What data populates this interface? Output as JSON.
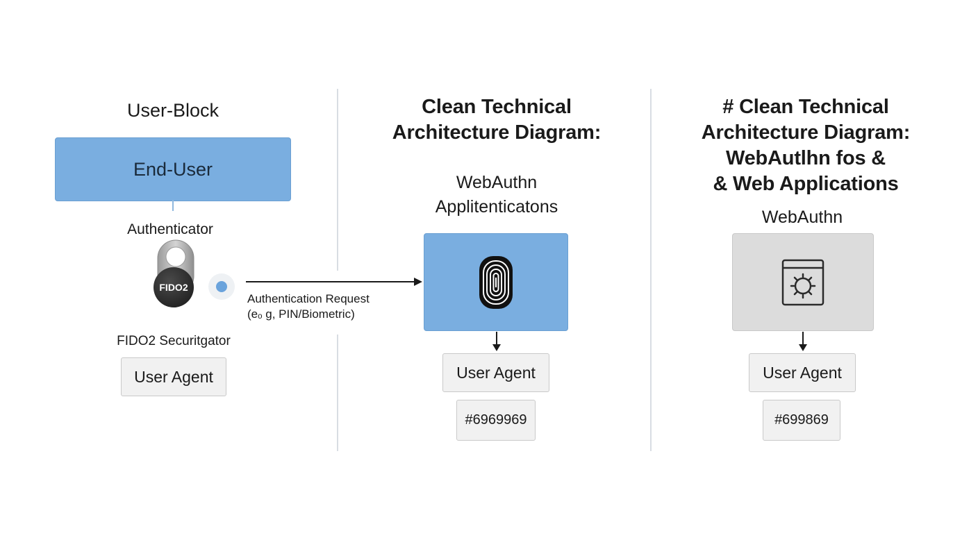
{
  "left": {
    "title": "User-Block",
    "end_user_label": "End-User",
    "authenticator_label": "Authenticator",
    "key_label": "FIDO2",
    "security_label": "FIDO2 Securitgator",
    "user_agent_label": "User Agent"
  },
  "arrow": {
    "line1": "Authentication Request",
    "line2": "(eₒ g, PIN/Biometric)"
  },
  "middle": {
    "title_line1": "Clean Technical",
    "title_line2": "Architecture Diagram:",
    "sub_line1": "WebAuthn",
    "sub_line2": "Applitenticatons",
    "icon": "fingerprint-icon",
    "user_agent_label": "User Agent",
    "code_label": "#6969969"
  },
  "right": {
    "title_line1": "# Clean Technical",
    "title_line2": "Architecture Diagram:",
    "title_line3": "WebAutlhn foѕ &",
    "title_line4": "& Web Applications",
    "sub_line1": "WebAuthn",
    "icon": "browser-gear-icon",
    "user_agent_label": "User Agent",
    "code_label": "#699869"
  },
  "colors": {
    "blue_box": "#7aaee0",
    "gray_box": "#dcdcdc",
    "divider": "#d8dde3",
    "connector": "#8fb8de"
  }
}
